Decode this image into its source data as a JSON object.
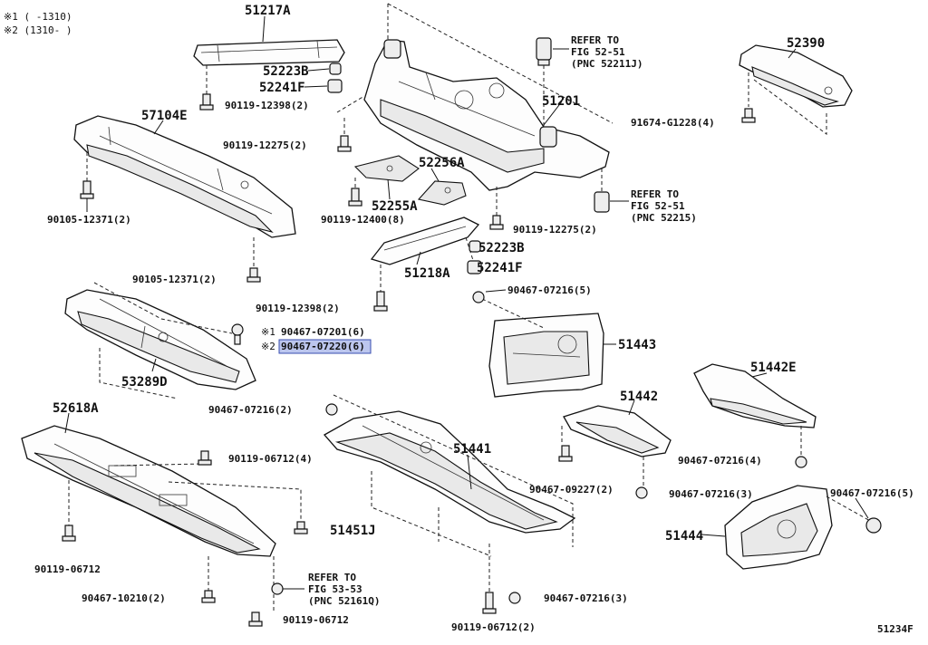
{
  "notes": {
    "n1": "※1 (    -1310)",
    "n2": "※2 (1310-    )",
    "m1": "※1",
    "m2": "※2"
  },
  "parts": {
    "p51217A": "51217A",
    "p52223B_a": "52223B",
    "p52241F_a": "52241F",
    "b90119_12398_top": "90119-12398(2)",
    "p57104E": "57104E",
    "b90119_12275_a": "90119-12275(2)",
    "b90105_12371_a": "90105-12371(2)",
    "b90105_12371_b": "90105-12371(2)",
    "p51201": "51201",
    "p52256A": "52256A",
    "p52255A": "52255A",
    "b90119_12400": "90119-12400(8)",
    "b90119_12275_b": "90119-12275(2)",
    "p52223B_b": "52223B",
    "p52241F_b": "52241F",
    "p51218A": "51218A",
    "b90119_12398_mid": "90119-12398(2)",
    "b90467_07216_5a": "90467-07216(5)",
    "b90467_07201": "90467-07201(6)",
    "b90467_07220": "90467-07220(6)",
    "p53289D": "53289D",
    "p51443": "51443",
    "p52390": "52390",
    "b91674_G1228": "91674-G1228(4)",
    "p51442E": "51442E",
    "b90467_07216_4": "90467-07216(4)",
    "p52618A": "52618A",
    "b90467_07216_2": "90467-07216(2)",
    "p51441": "51441",
    "p51442": "51442",
    "b90119_06712_4": "90119-06712(4)",
    "p51451J": "51451J",
    "b90467_09227": "90467-09227(2)",
    "b90467_07216_3a": "90467-07216(3)",
    "b90467_07216_5b": "90467-07216(5)",
    "p51444": "51444",
    "b90119_06712_a": "90119-06712",
    "b90467_10210": "90467-10210(2)",
    "b90119_06712_b": "90119-06712",
    "b90119_06712_2": "90119-06712(2)",
    "b90467_07216_3b": "90467-07216(3)",
    "figcode": "51234F"
  },
  "refs": {
    "r1": [
      "REFER TO",
      "FIG 52-51",
      "(PNC 52211J)"
    ],
    "r2": [
      "REFER TO",
      "FIG 52-51",
      "(PNC 52215)"
    ],
    "r3": [
      "REFER TO",
      "FIG 53-53",
      "(PNC 52161Q)"
    ]
  },
  "highlight_color": "#bcc6ee"
}
